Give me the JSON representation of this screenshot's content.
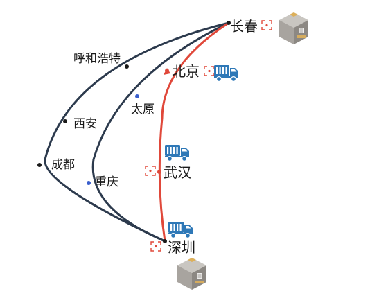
{
  "colors": {
    "route_dark": "#2c3a4d",
    "route_active": "#e0483a",
    "dot_dark": "#1a1a1a",
    "dot_blue": "#3a5fcd",
    "dot_red": "#e0483a",
    "truck_blue": "#2e78b7",
    "marker_red": "#e0483a",
    "box_gray": "#9b9792"
  },
  "cities": {
    "changchun": "长春",
    "beijing": "北京",
    "wuhan": "武汉",
    "shenzhen": "深圳",
    "huhehaote": "呼和浩特",
    "taiyuan": "太原",
    "xian": "西安",
    "chengdu": "成都",
    "chongqing": "重庆"
  },
  "icons": {
    "truck": "truck-icon",
    "package": "package-box-icon",
    "location_marker": "location-bracket-icon"
  },
  "routes": [
    {
      "name": "outer",
      "stops": [
        "长春",
        "呼和浩特",
        "西安",
        "成都",
        "深圳"
      ]
    },
    {
      "name": "middle",
      "stops": [
        "长春",
        "太原",
        "重庆",
        "深圳"
      ]
    },
    {
      "name": "active",
      "stops": [
        "长春",
        "北京",
        "武汉",
        "深圳"
      ]
    }
  ]
}
